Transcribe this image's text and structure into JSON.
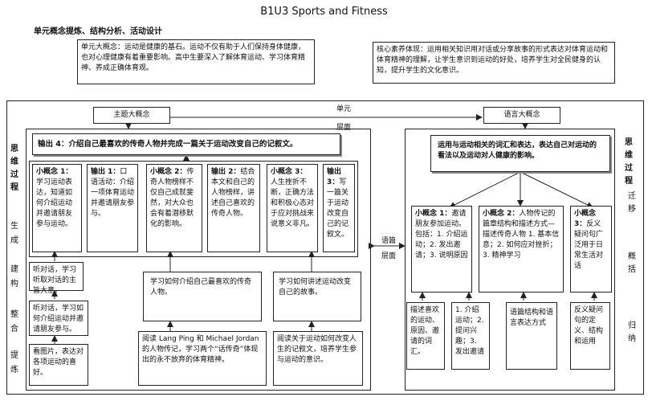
{
  "title": "B1U3 Sports and Fitness",
  "subtitle": "单元概念提炼、结构分析、活动设计",
  "top_left": "单元大概念：运动是健康的基石。运动不仅有助于人们保持身体健康，也对心理健康有着重要影响。高中生要深入了解体育运动、学习体育精神、养成正确体育观。",
  "top_right": "核心素养体现：运用相关知识用对话或分享故事的形式表达对体育运动和体育精神的理解，让学生意识到运动的好处，培养学生对全民健身的认知，提升学生的文化意识。",
  "center_label_top": "单元",
  "center_label_bottom": "层面",
  "discourse_label_top": "语篇",
  "discourse_label_bottom": "层面",
  "left_header": "主题大概念",
  "right_header": "语言大概念",
  "left_side": {
    "title_chars": [
      "思",
      "维",
      "过",
      "程"
    ],
    "items": [
      [
        "生",
        "成"
      ],
      [
        "建",
        "构"
      ],
      [
        "整",
        "合"
      ],
      [
        "提",
        "炼"
      ]
    ]
  },
  "right_side": {
    "title_chars": [
      "思",
      "维",
      "过",
      "程"
    ],
    "items": [
      [
        "迁",
        "移"
      ],
      [
        "概",
        "括"
      ],
      [
        "归",
        "纳"
      ]
    ]
  },
  "output4": "输出 4：介绍自己最喜欢的传奇人物并完成一篇关于运动改变自己的记叙文。",
  "sub1": {
    "label": "小概念 1：",
    "text": "学习运动表达，知道如何介绍运动并邀请朋友参与运动。"
  },
  "out1": {
    "label": "输出 1：",
    "text": "口语活动：介绍一项体育运动并邀请朋友参与。"
  },
  "sub2": {
    "label": "小概念 2：",
    "text": "传奇人物榜样不仅自己成就斐然，对大众也会有着潜移默化的影响。"
  },
  "out2": {
    "label": "输出 2：",
    "text": "结合本文和自己的人物榜样，讲述自己喜欢的传奇人物。"
  },
  "sub3": {
    "label": "小概念 3：",
    "text": "人生挫折不断，正确方法和积极心态对于应对挑战来说意义非凡。"
  },
  "out3": {
    "label": "输出 3：",
    "text": "写一篇关于运动改变自己的记叙文。"
  },
  "left_acts": [
    "听对话，学习听取对话的主旨大意。",
    "听对话，学习如何介绍运动并邀请朋友参与。",
    "看图片，表达对各项运动的喜好。"
  ],
  "mid_act1": "学习如何介绍自己最喜欢的传奇人物。",
  "mid_read1": "阅读 Lang Ping 和 Michael Jordan 的人物传记，学习两个“话传奇”体现出的永不放弃的体育精神。",
  "mid_act2": "学习如何讲述运动改变自己的故事。",
  "mid_read2": "阅读关于运动如何改变人生的记叙文，培养学生参与运动的意识。",
  "lang_big": "运用与运动相关的词汇和表达，表达自己对运动的看法以及运动对人健康的影响。",
  "lang1": {
    "label": "小概念 1：",
    "text": "邀请朋友参加运动。包括：1. 介绍运动；2. 发出邀请；3. 说明原因"
  },
  "lang2": {
    "label": "小概念 2：",
    "text": "人物传记的篇章结构和描述方式—描述传奇人物 1. 基本信息；2. 如何应对挫折；3. 精神学习"
  },
  "lang3": {
    "label": "小概念 3：",
    "text": "反义疑问句广泛用于日常生活对话"
  },
  "lang_bottom": [
    "描述喜欢的运动、原因、邀请的词汇。",
    "1. 介绍运动；2. 提问兴趣；3. 发出邀请",
    "语篇结构和语言表达方式",
    "反义疑问句的定义、结构和运用"
  ]
}
